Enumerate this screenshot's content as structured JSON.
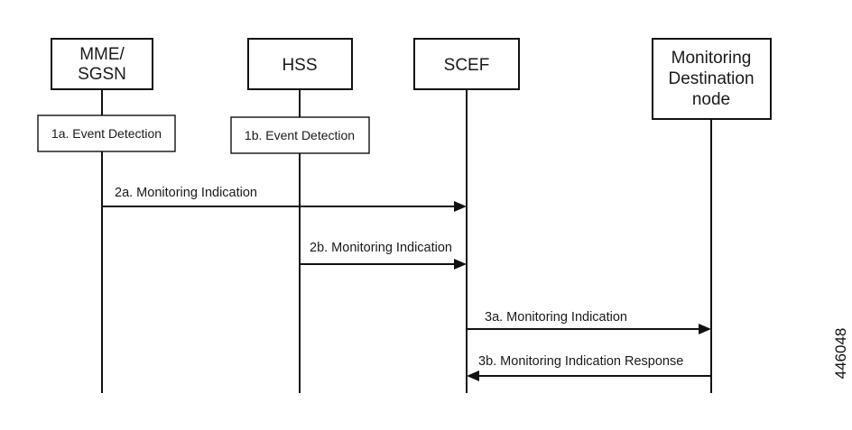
{
  "participants": [
    {
      "id": "mme",
      "lines": [
        "MME/",
        "SGSN"
      ]
    },
    {
      "id": "hss",
      "lines": [
        "HSS"
      ]
    },
    {
      "id": "scef",
      "lines": [
        "SCEF"
      ]
    },
    {
      "id": "mdn",
      "lines": [
        "Monitoring",
        "Destination",
        "node"
      ]
    }
  ],
  "processes": [
    {
      "id": "1a",
      "label": "1a. Event Detection",
      "on": "mme"
    },
    {
      "id": "1b",
      "label": "1b. Event Detection",
      "on": "hss"
    }
  ],
  "messages": [
    {
      "id": "2a",
      "label": "2a. Monitoring Indication",
      "from": "mme",
      "to": "scef"
    },
    {
      "id": "2b",
      "label": "2b. Monitoring Indication",
      "from": "hss",
      "to": "scef"
    },
    {
      "id": "3a",
      "label": "3a. Monitoring Indication",
      "from": "scef",
      "to": "mdn"
    },
    {
      "id": "3b",
      "label": "3b. Monitoring Indication Response",
      "from": "mdn",
      "to": "scef"
    }
  ],
  "figure_id": "446048"
}
